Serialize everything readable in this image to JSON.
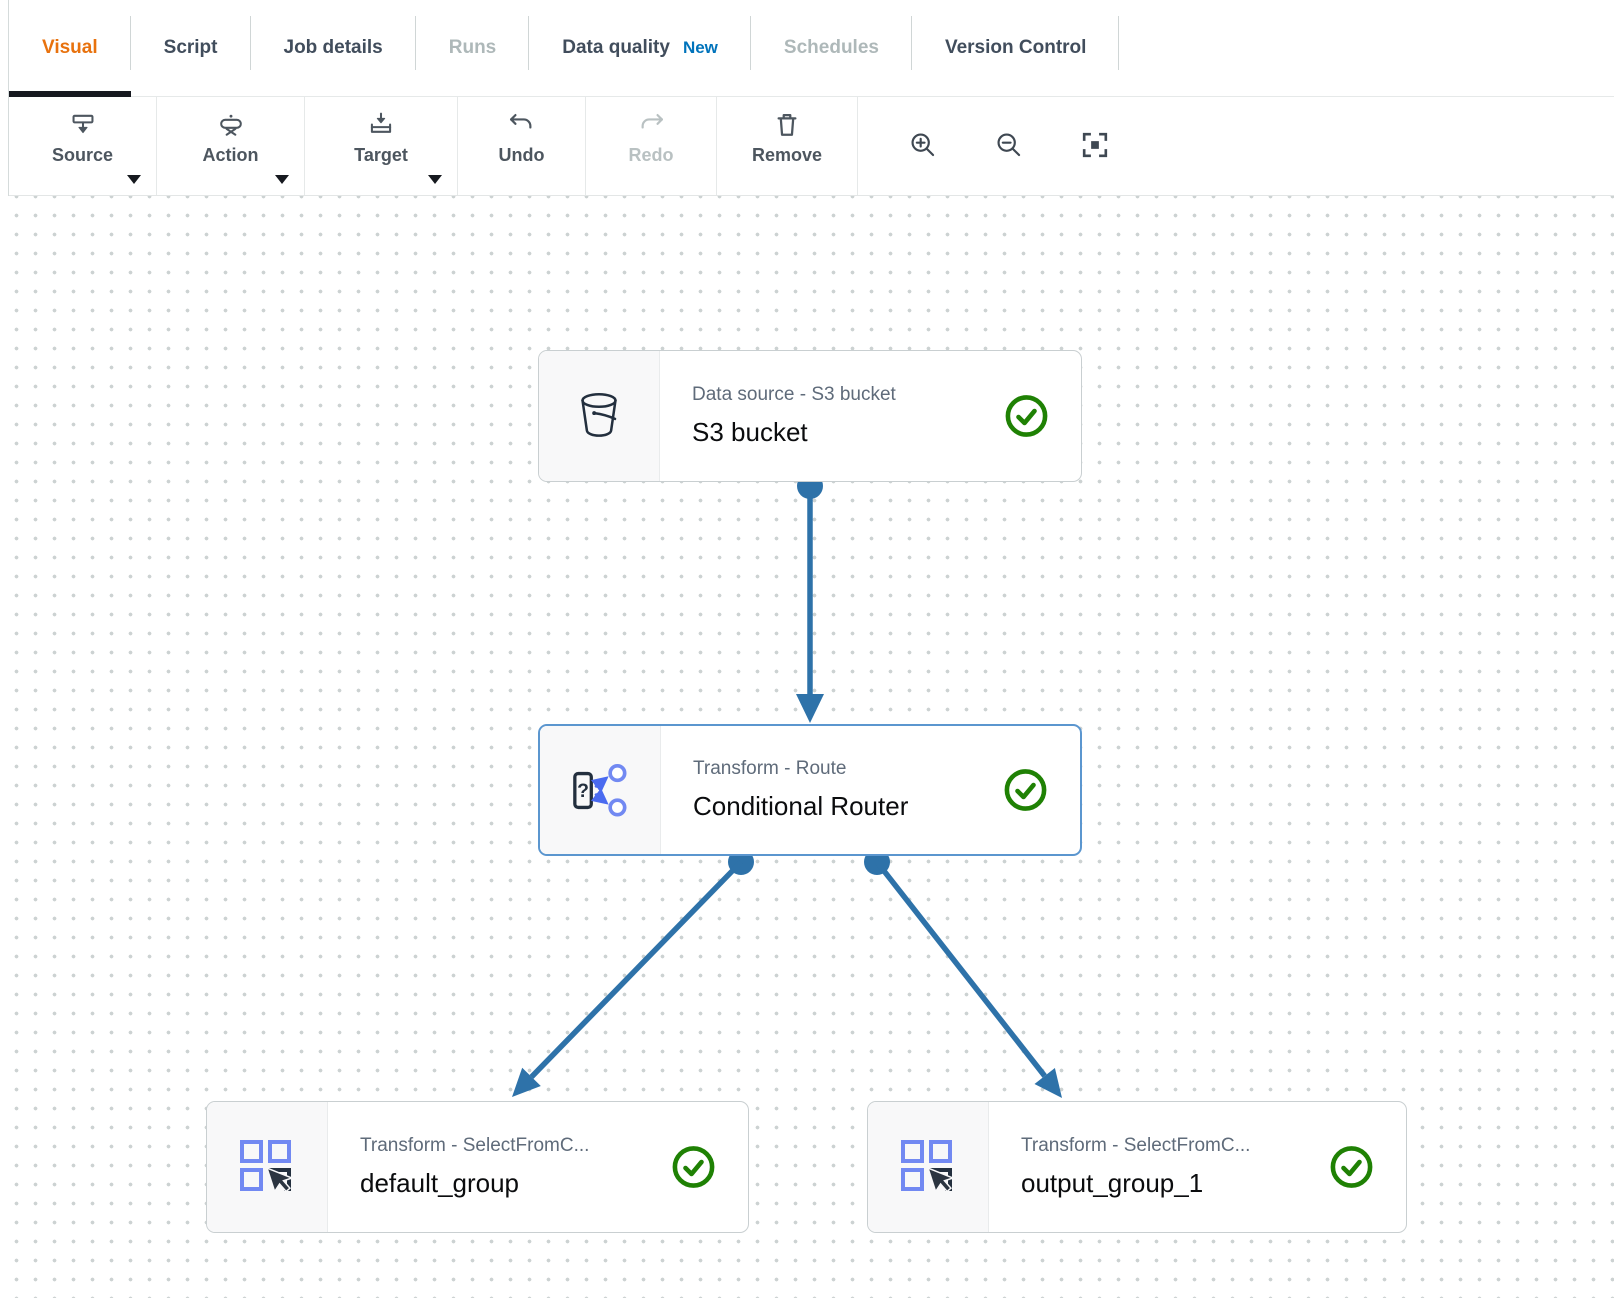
{
  "tabs": [
    {
      "label": "Visual",
      "state": "active"
    },
    {
      "label": "Script",
      "state": "default"
    },
    {
      "label": "Job details",
      "state": "default"
    },
    {
      "label": "Runs",
      "state": "disabled"
    },
    {
      "label": "Data quality",
      "state": "default",
      "badge": "New"
    },
    {
      "label": "Schedules",
      "state": "disabled"
    },
    {
      "label": "Version Control",
      "state": "default"
    }
  ],
  "toolbar": {
    "source": "Source",
    "action": "Action",
    "target": "Target",
    "undo": "Undo",
    "redo": "Redo",
    "remove": "Remove",
    "icon_buttons": [
      "zoom-in",
      "zoom-out",
      "fit-to-screen"
    ]
  },
  "canvas": {
    "nodes": [
      {
        "type_label": "Data source - S3 bucket",
        "name": "S3 bucket",
        "icon": "s3-bucket-icon",
        "status": "valid",
        "selected": false
      },
      {
        "type_label": "Transform - Route",
        "name": "Conditional Router",
        "icon": "conditional-router-icon",
        "status": "valid",
        "selected": true
      },
      {
        "type_label": "Transform - SelectFromC...",
        "name": "default_group",
        "icon": "select-from-collection-icon",
        "status": "valid",
        "selected": false
      },
      {
        "type_label": "Transform - SelectFromC...",
        "name": "output_group_1",
        "icon": "select-from-collection-icon",
        "status": "valid",
        "selected": false
      }
    ],
    "edges": [
      {
        "from": "S3 bucket",
        "to": "Conditional Router"
      },
      {
        "from": "Conditional Router",
        "to": "default_group"
      },
      {
        "from": "Conditional Router",
        "to": "output_group_1"
      }
    ]
  },
  "colors": {
    "accent_orange": "#e8720e",
    "new_badge_blue": "#0073bb",
    "edge_blue": "#2e72a9",
    "valid_green": "#1f8104",
    "selected_border_blue": "#5b96cf",
    "icon_periwinkle": "#7289f2",
    "icon_arrow_blue": "#4a6af0",
    "icon_dark": "#232f3e"
  }
}
